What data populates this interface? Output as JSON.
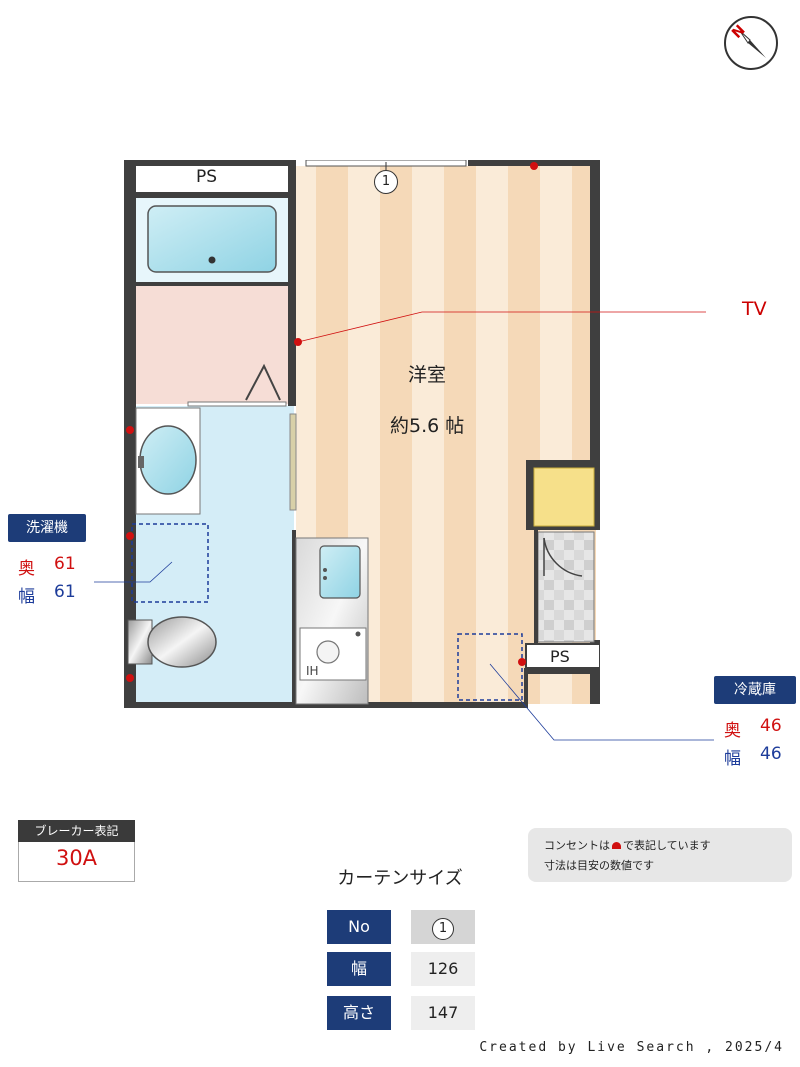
{
  "plan": {
    "ps_top": "PS",
    "ps_right": "PS",
    "room_name": "洋室",
    "room_size": "約5.6 帖",
    "window_no": "1",
    "tv_label": "TV",
    "ih_label": "IH"
  },
  "washer": {
    "title": "洗濯機",
    "depth_label": "奥",
    "depth_value": "61",
    "width_label": "幅",
    "width_value": "61"
  },
  "fridge": {
    "title": "冷蔵庫",
    "depth_label": "奥",
    "depth_value": "46",
    "width_label": "幅",
    "width_value": "46"
  },
  "breaker": {
    "title": "ブレーカー表記",
    "value": "30A"
  },
  "note": {
    "line1_before": "コンセントは",
    "line1_after": "で表記しています",
    "line2": "寸法は目安の数値です"
  },
  "curtain": {
    "title": "カーテンサイズ",
    "rows": [
      {
        "header": "No",
        "value": "1"
      },
      {
        "header": "幅",
        "value": "126"
      },
      {
        "header": "高さ",
        "value": "147"
      }
    ]
  },
  "credit": "Created by Live Search , 2025/4",
  "colors": {
    "accent_navy": "#1d3c78",
    "outlet_red": "#d01010"
  },
  "icons": [
    "compass-icon",
    "outlet-icon",
    "bathtub-icon",
    "sink-icon",
    "toilet-icon"
  ]
}
